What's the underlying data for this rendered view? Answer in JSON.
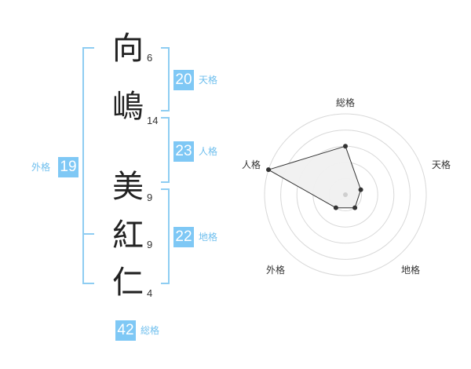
{
  "name": {
    "characters": [
      {
        "char": "向",
        "strokes": "6"
      },
      {
        "char": "嶋",
        "strokes": "14"
      },
      {
        "char": "美",
        "strokes": "9"
      },
      {
        "char": "紅",
        "strokes": "9"
      },
      {
        "char": "仁",
        "strokes": "4"
      }
    ]
  },
  "fortunes": {
    "tenkaku": {
      "value": "20",
      "label": "天格"
    },
    "jinkaku": {
      "value": "23",
      "label": "人格"
    },
    "chikaku": {
      "value": "22",
      "label": "地格"
    },
    "gaikaku": {
      "value": "19",
      "label": "外格"
    },
    "soukaku": {
      "value": "42",
      "label": "総格"
    }
  },
  "colors": {
    "accent": "#7fc8f5",
    "bracket": "#8ecdf2",
    "label": "#6fbfee",
    "radar_fill": "#f0f0f0"
  },
  "radar": {
    "axes": [
      "総格",
      "天格",
      "地格",
      "外格",
      "人格"
    ],
    "levels": 5,
    "values": [
      3,
      1,
      1,
      1,
      5
    ]
  }
}
